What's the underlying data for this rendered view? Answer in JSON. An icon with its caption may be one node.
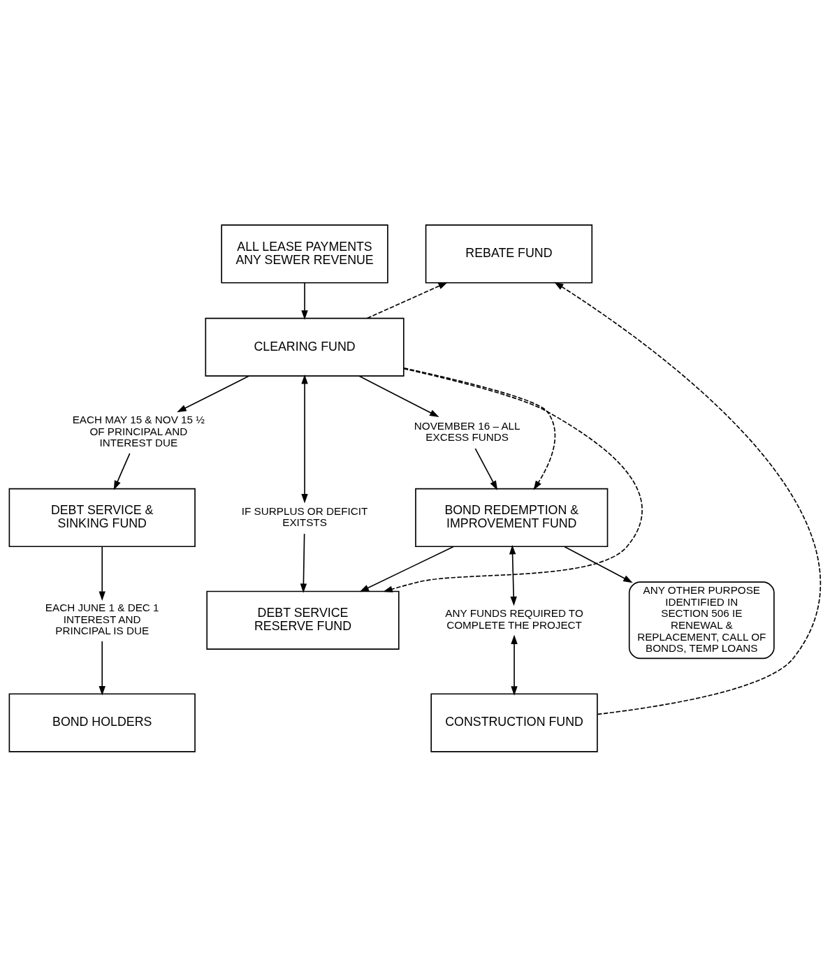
{
  "diagram": {
    "nodes": [
      {
        "text": [
          "ALL LEASE PAYMENTS ANY SEWER REVENUE"
        ]
      },
      {
        "text": [
          "CLEARING FUND"
        ]
      },
      {
        "text": [
          "EACH MAY 15 & NOV 15 ½ OF PRINCIPAL AND INTEREST DUE"
        ]
      },
      {
        "text": [
          "IF SURPLUS OR DEFICIT EXITSTS"
        ]
      },
      {
        "text": [
          "DEBT SERVICE & SINKING FUND"
        ]
      },
      {
        "text": [
          "NOVEMBER 16 – ALL EXCESS FUNDS"
        ]
      },
      {
        "text": [
          "DEBT SERVICE RESERVE FUND"
        ]
      },
      {
        "text": [
          "EACH JUNE 1 & DEC 1 INTEREST AND PRINCIPAL IS DUE"
        ]
      },
      {
        "text": [
          "BOND REDEMPTION & IMPROVEMENT FUND"
        ]
      },
      {
        "text": [
          "BOND HOLDERS"
        ]
      },
      {
        "text": [
          "ANY FUNDS REQUIRED TO COMPLETE THE PROJECT"
        ]
      },
      {
        "text": [
          "ANY OTHER PURPOSE IDENTIFIED IN SECTION 506 IE RENEWAL & REPLACEMENT, CALL OF BONDS, TEMP LOANS"
        ]
      },
      {
        "text": [
          "CONSTRUCTION FUND"
        ]
      },
      {
        "text": [
          "REBATE FUND"
        ]
      }
    ],
    "edges": [
      {
        "from": 0,
        "to": 1,
        "arrow": "to"
      },
      {
        "from": 1,
        "to": 2,
        "arrow": "to"
      },
      {
        "from": 2,
        "to": 4,
        "arrow": "to"
      },
      {
        "from": 4,
        "to": 7,
        "arrow": "to"
      },
      {
        "from": 7,
        "to": 9,
        "arrow": "to"
      },
      {
        "from": 1,
        "to": 5,
        "arrow": "to"
      },
      {
        "from": 5,
        "to": 8,
        "arrow": "to"
      },
      {
        "from": 1,
        "to": 3,
        "arrow": "both"
      },
      {
        "from": 3,
        "to": 6,
        "arrow": "to"
      },
      {
        "from": 8,
        "to": 6,
        "arrow": "to"
      },
      {
        "from": 8,
        "to": 10,
        "arrow": "both"
      },
      {
        "from": 10,
        "to": 12,
        "arrow": "both"
      },
      {
        "from": 8,
        "to": 11,
        "arrow": "to"
      },
      {
        "from": 12,
        "to": 13,
        "arrow": "to",
        "style": "dashed"
      },
      {
        "from": 1,
        "to": 6,
        "arrow": "to",
        "style": "dashed"
      },
      {
        "from": 1,
        "to": 8,
        "arrow": "to",
        "style": "dashed"
      },
      {
        "from": 1,
        "to": 13,
        "arrow": "to",
        "style": "dashed"
      }
    ]
  }
}
